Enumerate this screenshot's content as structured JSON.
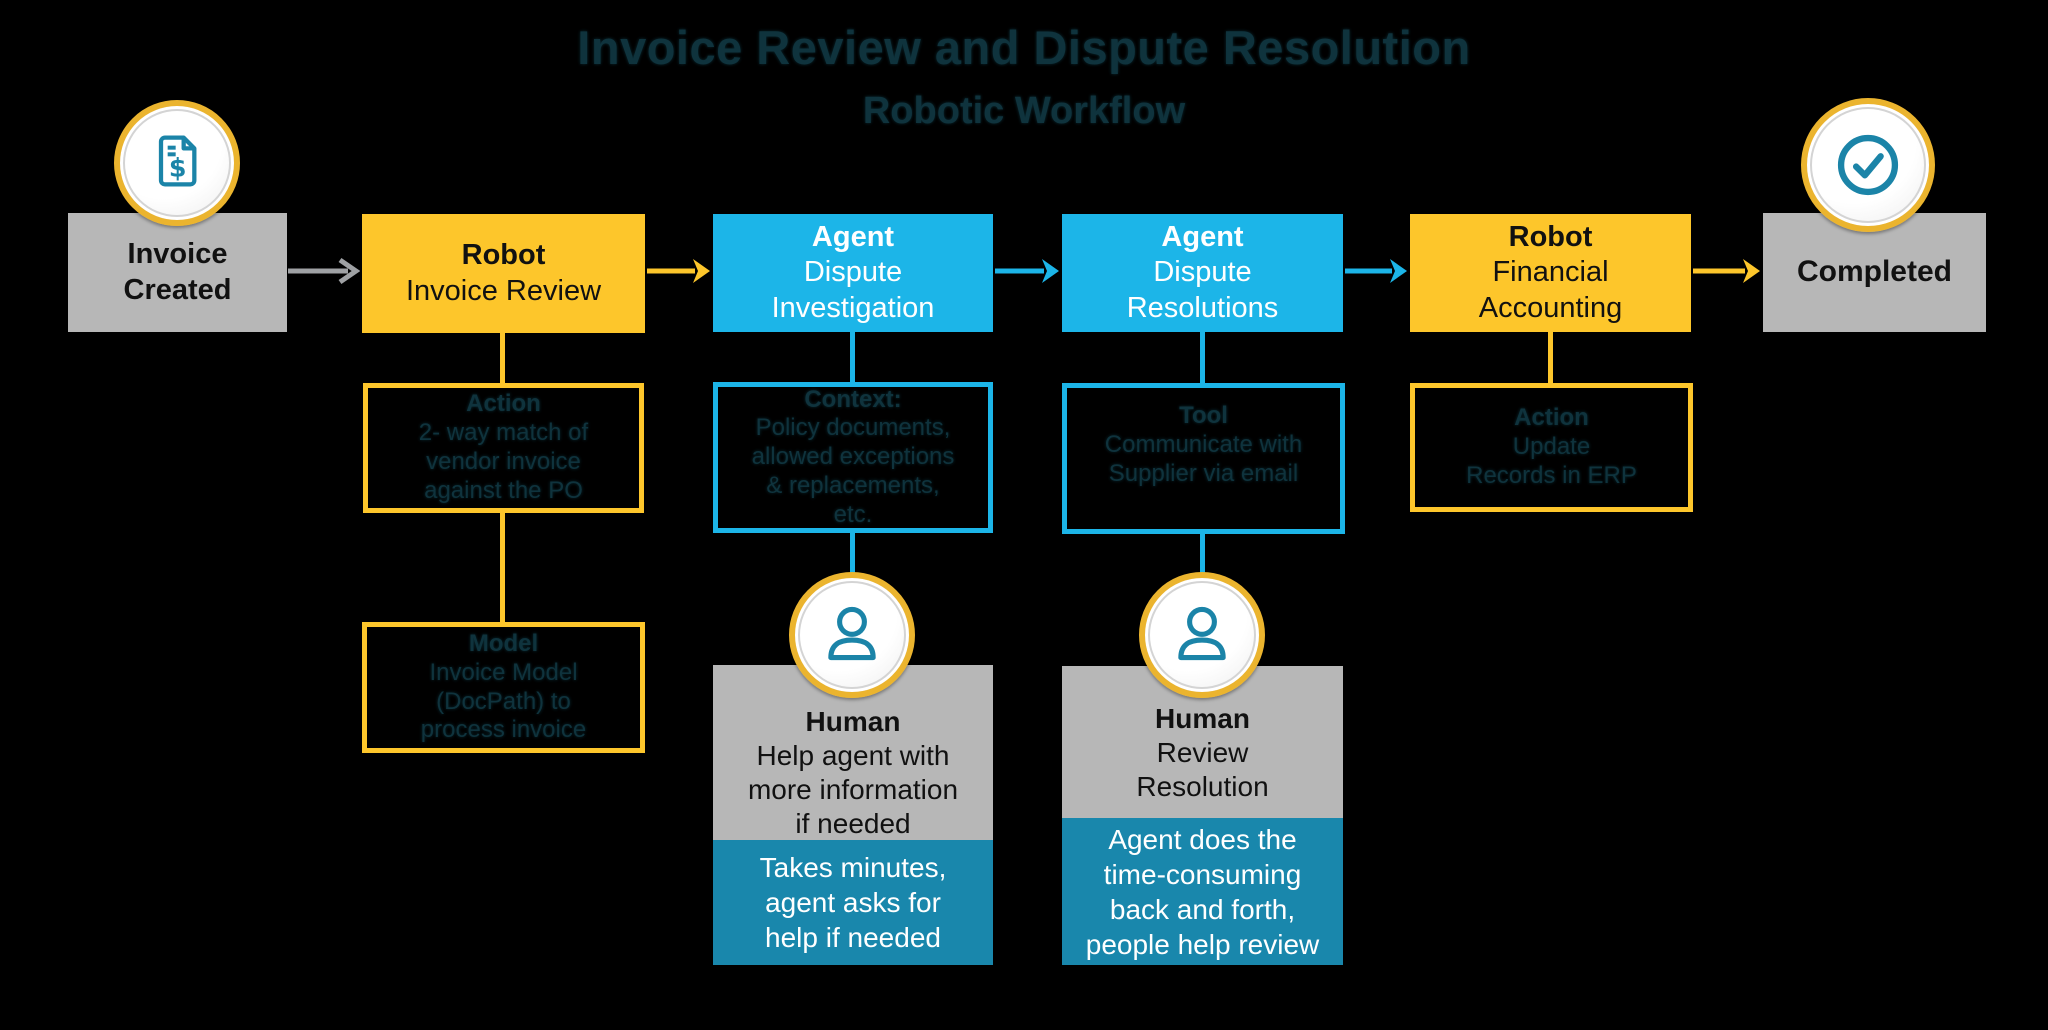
{
  "title": "Invoice Review and Dispute Resolution",
  "subtitle": "Robotic Workflow",
  "colors": {
    "yellow": "#FDC62B",
    "blue": "#1CB5E8",
    "teal_dark": "#1987AC",
    "icon_teal": "#1B84A8",
    "gray_box": "#B7B7B7",
    "ring_gold": "#EBB42E",
    "arrow_gray": "#9FA1A4",
    "ghost_text": "#0F333D"
  },
  "nodes": {
    "invoice_created": {
      "label": "Invoice\nCreated",
      "icon": "invoice-dollar-icon"
    },
    "robot_invoice_review": {
      "role": "Robot",
      "name": "Invoice Review"
    },
    "agent_dispute_investigation": {
      "role": "Agent",
      "name": "Dispute\nInvestigation"
    },
    "agent_dispute_resolutions": {
      "role": "Agent",
      "name": "Dispute\nResolutions"
    },
    "robot_financial_accounting": {
      "role": "Robot",
      "name": "Financial\nAccounting"
    },
    "completed": {
      "label": "Completed",
      "icon": "check-circle-icon"
    }
  },
  "details": {
    "robot_action": {
      "heading": "Action",
      "body": "2- way match of\nvendor invoice\nagainst the PO"
    },
    "robot_model": {
      "heading": "Model",
      "body": "Invoice Model\n(DocPath) to\nprocess invoice"
    },
    "agent_context": {
      "heading": "Context:",
      "body": "Policy documents,\nallowed exceptions\n& replacements,\netc."
    },
    "agent_tool": {
      "heading": "Tool",
      "body": "Communicate with\nSupplier via email"
    },
    "robot_action_erp": {
      "heading": "Action",
      "body": "Update\nRecords in ERP"
    }
  },
  "humans": {
    "investigation_helper": {
      "role": "Human",
      "task": "Help agent with\nmore information\nif needed",
      "note": "Takes minutes,\nagent asks for\nhelp if needed",
      "icon": "person-icon"
    },
    "resolution_reviewer": {
      "role": "Human",
      "task": "Review\nResolution",
      "note": "Agent does the\ntime-consuming\nback and forth,\npeople help review",
      "icon": "person-icon"
    }
  }
}
